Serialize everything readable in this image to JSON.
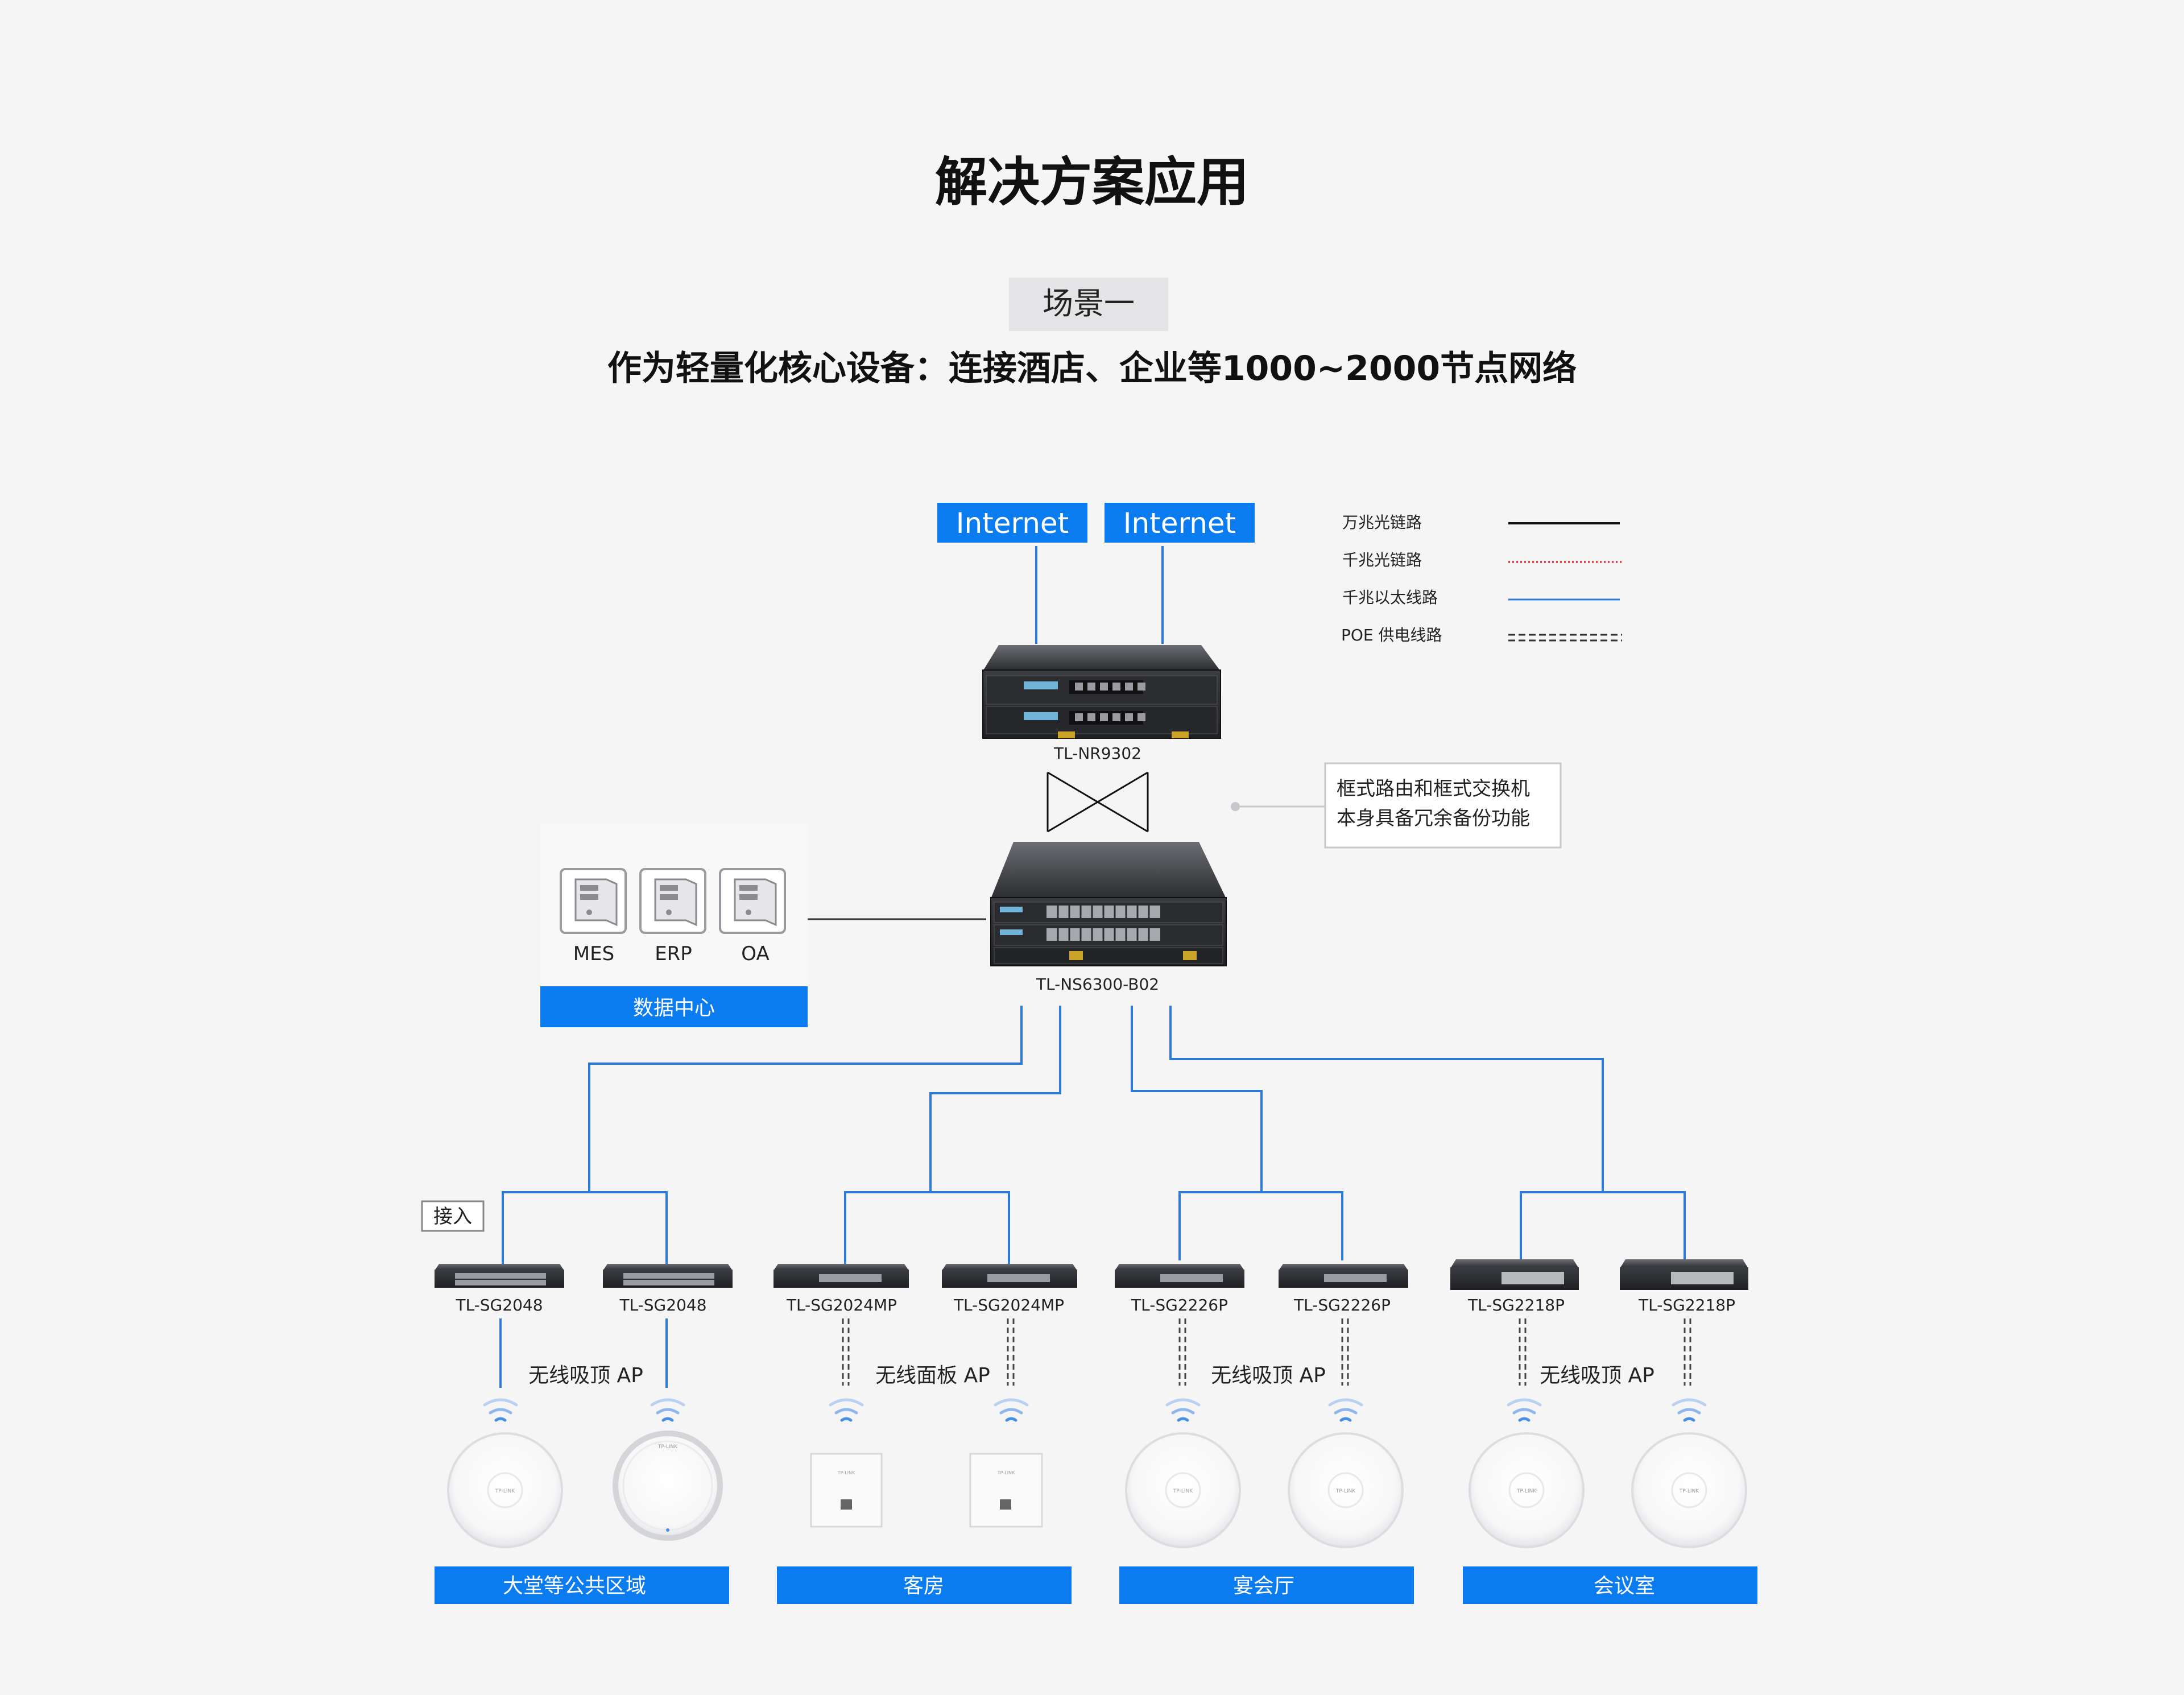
{
  "page_title": "解决方案应用",
  "scene": {
    "badge": "场景一",
    "headline": "作为轻量化核心设备：连接酒店、企业等1000~2000节点网络"
  },
  "internet": [
    "Internet",
    "Internet"
  ],
  "legend": [
    {
      "label": "万兆光链路",
      "style": "solid-black"
    },
    {
      "label": "千兆光链路",
      "style": "dotted-red"
    },
    {
      "label": "千兆以太线路",
      "style": "solid-blue"
    },
    {
      "label": "POE 供电线路",
      "style": "double-dashed"
    }
  ],
  "router": {
    "model": "TL-NR9302"
  },
  "core_switch": {
    "model": "TL-NS6300-B02"
  },
  "redundancy_note": [
    "框式路由和框式交换机",
    "本身具备冗余备份功能"
  ],
  "datacenter": {
    "servers": [
      "MES",
      "ERP",
      "OA"
    ],
    "label": "数据中心"
  },
  "access_tag": "接入",
  "groups": [
    {
      "switches": [
        "TL-SG2048",
        "TL-SG2048"
      ],
      "ap_label": "无线吸顶 AP",
      "area": "大堂等公共区域"
    },
    {
      "switches": [
        "TL-SG2024MP",
        "TL-SG2024MP"
      ],
      "ap_label": "无线面板 AP",
      "area": "客房"
    },
    {
      "switches": [
        "TL-SG2226P",
        "TL-SG2226P"
      ],
      "ap_label": "无线吸顶 AP",
      "area": "宴会厅"
    },
    {
      "switches": [
        "TL-SG2218P",
        "TL-SG2218P"
      ],
      "ap_label": "无线吸顶 AP",
      "area": "会议室"
    }
  ],
  "device_brand": "TP-LINK",
  "colors": {
    "accent_blue": "#0a7cf0",
    "line_blue": "#2f7ad6",
    "background": "#f5f5f6",
    "dark_text": "#111111"
  }
}
